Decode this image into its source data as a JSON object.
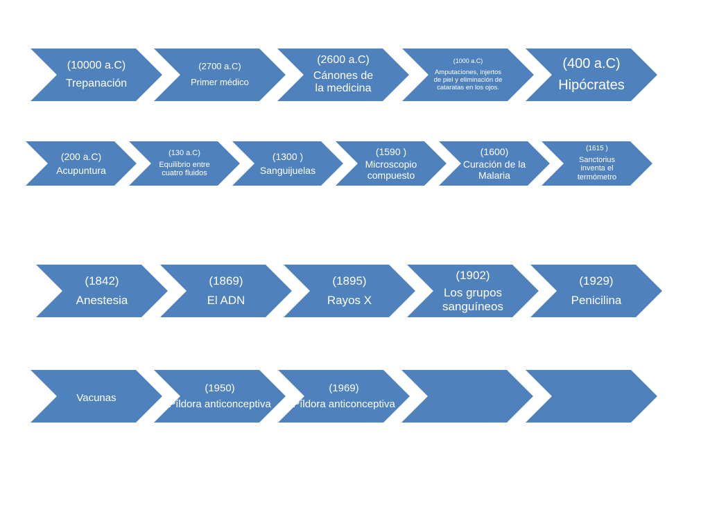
{
  "diagram": {
    "color": "#4f81bd",
    "rows": [
      {
        "steps": [
          {
            "date": "(10000 a.C)",
            "title": "Trepanación"
          },
          {
            "date": "(2700 a.C)",
            "title": "Primer médico"
          },
          {
            "date": "(2600 a.C)",
            "title": "Cánones de la medicina"
          },
          {
            "date": "(1000 a.C)",
            "title": "Amputaciones, injertos de piel y eliminación de cataratas en los ojos."
          },
          {
            "date": "(400 a.C)",
            "title": "Hipócrates"
          }
        ]
      },
      {
        "steps": [
          {
            "date": "(200 a.C)",
            "title": "Acupuntura"
          },
          {
            "date": "(130 a.C)",
            "title": "Equilibrio entre cuatro fluidos"
          },
          {
            "date": "(1300 )",
            "title": "Sanguijuelas"
          },
          {
            "date": "(1590 )",
            "title": "Microscopio compuesto"
          },
          {
            "date": "(1600)",
            "title": "Curación de la Malaria"
          },
          {
            "date": "(1615 )",
            "title": "Sanctorius inventa el termómetro"
          }
        ]
      },
      {
        "steps": [
          {
            "date": "(1842)",
            "title": "Anestesia"
          },
          {
            "date": "(1869)",
            "title": "El ADN"
          },
          {
            "date": "(1895)",
            "title": "Rayos X"
          },
          {
            "date": "(1902)",
            "title": "Los grupos sanguíneos"
          },
          {
            "date": "(1929)",
            "title": "Penicilina"
          }
        ]
      },
      {
        "steps": [
          {
            "date": "",
            "title": "Vacunas"
          },
          {
            "date": "(1950)",
            "title": "Píldora anticonceptiva"
          },
          {
            "date": "(1969)",
            "title": "Píldora anticonceptiva"
          },
          {
            "date": "",
            "title": ""
          },
          {
            "date": "",
            "title": ""
          }
        ]
      }
    ]
  }
}
